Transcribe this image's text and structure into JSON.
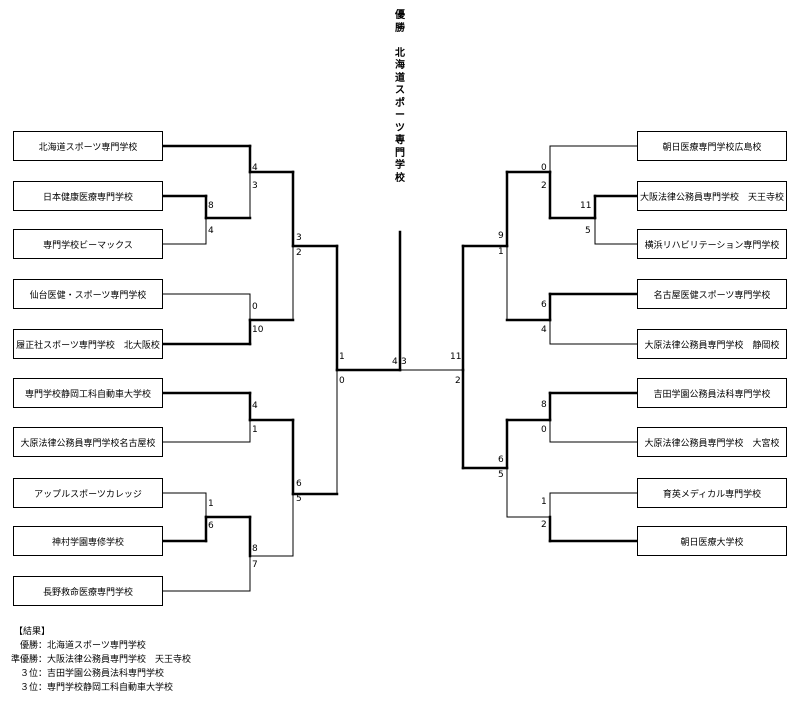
{
  "champion_vertical": [
    "優",
    "勝",
    "",
    "北",
    "海",
    "道",
    "ス",
    "ポ",
    "ー",
    "ツ",
    "専",
    "門",
    "学",
    "校"
  ],
  "left_teams": [
    "北海道スポーツ専門学校",
    "日本健康医療専門学校",
    "専門学校ビーマックス",
    "仙台医健・スポーツ専門学校",
    "履正社スポーツ専門学校　北大阪校",
    "専門学校静岡工科自動車大学校",
    "大原法律公務員専門学校名古屋校",
    "アップルスポーツカレッジ",
    "神村学園専修学校",
    "長野救命医療専門学校"
  ],
  "right_teams": [
    "朝日医療専門学校広島校",
    "大阪法律公務員専門学校　天王寺校",
    "横浜リハビリテーション専門学校",
    "名古屋医健スポーツ専門学校",
    "大原法律公務員専門学校　静岡校",
    "吉田学園公務員法科専門学校",
    "大原法律公務員専門学校　大宮校",
    "育英メディカル専門学校",
    "朝日医療大学校"
  ],
  "scores": [
    "4",
    "3",
    "8",
    "4",
    "3",
    "2",
    "0",
    "10",
    "1",
    "0",
    "4",
    "1",
    "1",
    "6",
    "8",
    "7",
    "6",
    "5",
    "4",
    "3",
    "11",
    "2",
    "0",
    "2",
    "11",
    "5",
    "9",
    "1",
    "6",
    "4",
    "8",
    "0",
    "1",
    "2",
    "6",
    "5"
  ],
  "results": {
    "heading": "【結果】",
    "rows": [
      {
        "label": "優勝：",
        "value": "北海道スポーツ専門学校"
      },
      {
        "label": "準優勝：",
        "value": "大阪法律公務員専門学校　天王寺校"
      },
      {
        "label": "３位：",
        "value": "吉田学園公務員法科専門学校"
      },
      {
        "label": "３位：",
        "value": "専門学校静岡工科自動車大学校"
      }
    ]
  }
}
